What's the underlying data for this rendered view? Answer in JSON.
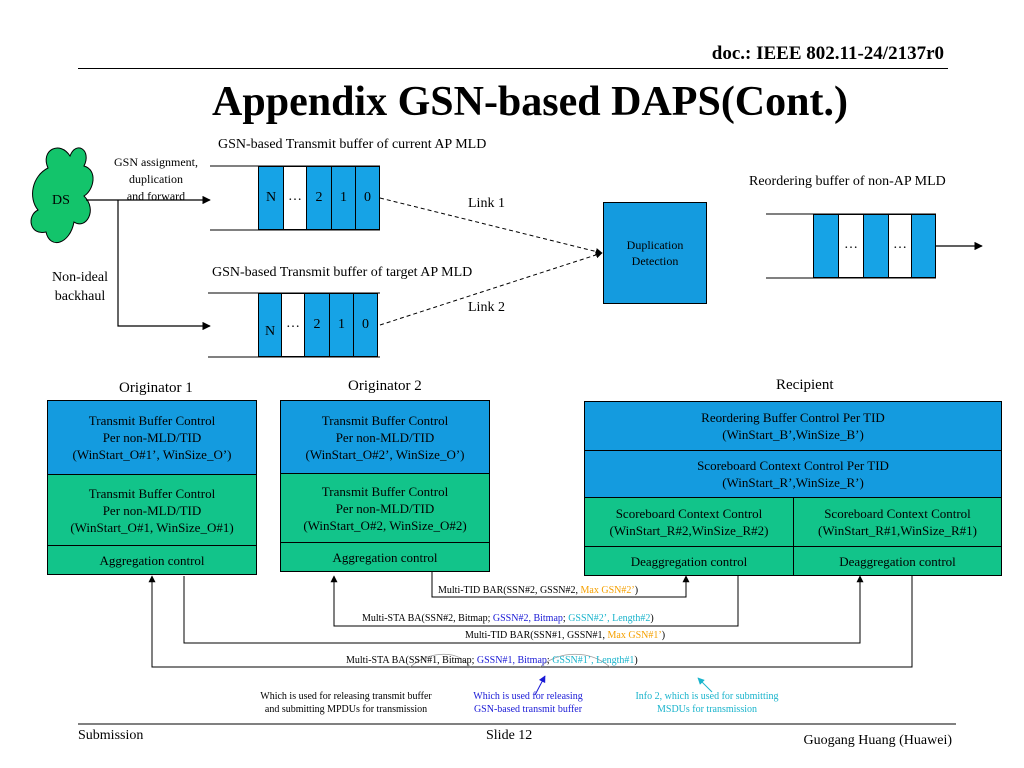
{
  "header": {
    "doc_id": "doc.: IEEE 802.11-24/2137r0",
    "title": "Appendix GSN-based DAPS(Cont.)"
  },
  "top_diagram": {
    "ds_label": "DS",
    "gsn_note": [
      "GSN assignment,",
      "duplication",
      "and forward"
    ],
    "backhaul_label": [
      "Non-ideal",
      "backhaul"
    ],
    "current_buffer_label": "GSN-based Transmit buffer of current AP MLD",
    "target_buffer_label": "GSN-based Transmit buffer of target AP MLD",
    "current_cells": [
      "N",
      "…",
      "2",
      "1",
      "0"
    ],
    "target_cells": [
      "N",
      "…",
      "2",
      "1",
      "0"
    ],
    "link1": "Link 1",
    "link2": "Link 2",
    "dup_detection": [
      "Duplication",
      "Detection"
    ],
    "reorder_label": "Reordering buffer of non-AP MLD",
    "reorder_cells": [
      "",
      "…",
      "",
      "…",
      ""
    ]
  },
  "originator1": {
    "label": "Originator 1",
    "tx_ctrl_a": [
      "Transmit Buffer Control",
      "Per non-MLD/TID",
      "(WinStart_O#1’, WinSize_O’)"
    ],
    "tx_ctrl_b": [
      "Transmit Buffer Control",
      "Per non-MLD/TID",
      "(WinStart_O#1, WinSize_O#1)"
    ],
    "agg": "Aggregation control"
  },
  "originator2": {
    "label": "Originator 2",
    "tx_ctrl_a": [
      "Transmit Buffer Control",
      "Per non-MLD/TID",
      "(WinStart_O#2’, WinSize_O’)"
    ],
    "tx_ctrl_b": [
      "Transmit Buffer Control",
      "Per non-MLD/TID",
      "(WinStart_O#2, WinSize_O#2)"
    ],
    "agg": "Aggregation control"
  },
  "recipient": {
    "label": "Recipient",
    "reorder_ctrl": [
      "Reordering Buffer Control Per TID",
      "(WinStart_B’,WinSize_B’)"
    ],
    "scoreboard_ctrl": [
      "Scoreboard Context Control Per TID",
      "(WinStart_R’,WinSize_R’)"
    ],
    "sc_left": [
      "Scoreboard Context Control",
      "(WinStart_R#2,WinSize_R#2)"
    ],
    "sc_right": [
      "Scoreboard Context Control",
      "(WinStart_R#1,WinSize_R#1)"
    ],
    "deagg_left": "Deaggregation control",
    "deagg_right": "Deaggregation control"
  },
  "messages": {
    "m1": {
      "a": "Multi-TID BAR(SSN#2, GSSN#2, ",
      "b": "Max GSN#2’",
      "c": ")"
    },
    "m2": {
      "a": "Multi-STA BA(SSN#2, Bitmap; ",
      "b": "GSSN#2, Bitmap",
      "c": "; ",
      "d": "GSSN#2’, Length#2",
      "e": ")"
    },
    "m3": {
      "a": "Multi-TID BAR(SSN#1, GSSN#1, ",
      "b": "Max GSN#1’",
      "c": ")"
    },
    "m4": {
      "a": "Multi-STA BA(SSN#1, Bitmap; ",
      "b": "GSSN#1, Bitmap",
      "c": "; ",
      "d": "GSSN#1’, Length#1",
      "e": ")"
    }
  },
  "annotations": {
    "black": [
      "Which is used for releasing transmit buffer",
      "and submitting MPDUs for transmission"
    ],
    "blue": [
      "Which is used for releasing",
      "GSN-based transmit buffer"
    ],
    "cyan": [
      "Info 2, which is used for submitting",
      "MSDUs for transmission"
    ]
  },
  "footer": {
    "left": "Submission",
    "center": "Slide 12",
    "right": "Guogang Huang (Huawei)"
  },
  "colors": {
    "blue_box": "#149bdf",
    "green_box": "#12c48a",
    "orange_text": "#f5a000",
    "blue_text": "#1a1ad6",
    "cyan_text": "#1ab4cc"
  }
}
